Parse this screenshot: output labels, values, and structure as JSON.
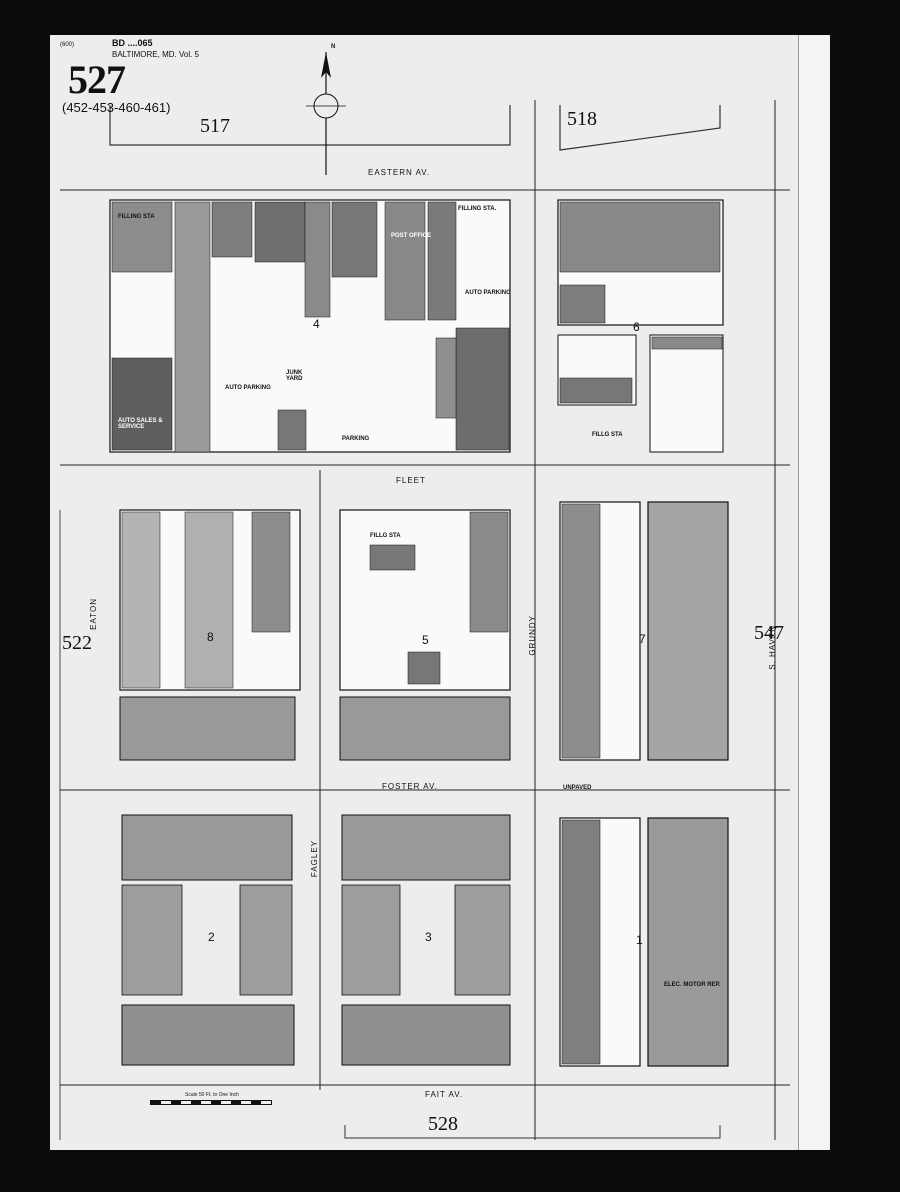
{
  "sheet": {
    "page_number": "527",
    "plate_refs": "(452-453-460-461)",
    "city": "BALTIMORE, MD. Vol. 5",
    "volume_code": "BD ....065",
    "corner_code": "(600)"
  },
  "adjacent_sheets": {
    "north_left": "517",
    "north_right": "518",
    "west": "522",
    "east": "547",
    "south": "528"
  },
  "streets": {
    "eastern_av": "EASTERN AV.",
    "fleet": "FLEET",
    "foster_av": "FOSTER AV.",
    "fait_av": "FAIT AV.",
    "eaton": "EATON",
    "grundy": "GRUNDY",
    "fagley": "FAGLEY",
    "s_haven": "S. HAVEN"
  },
  "blocks": [
    "1",
    "2",
    "3",
    "4",
    "5",
    "6",
    "7",
    "8"
  ],
  "labels": {
    "post_office": "POST OFFICE",
    "auto_parking": "AUTO PARKING",
    "auto_parking_2": "AUTO PARKING",
    "junk_yard": "JUNK YARD",
    "filling_sta": "FILLING STA",
    "filling_sta_2": "FILLING STA.",
    "fillg_sta": "FILLG STA",
    "fillg_sta_2": "FILLG STA",
    "auto_sales": "AUTO SALES & SERVICE",
    "parking": "PARKING",
    "elec_motor_rep": "ELEC. MOTOR REP.",
    "unpaved": "UNPAVED",
    "scale": "Scale 50 Ft. to One Inch"
  },
  "compass": {
    "north": "N"
  }
}
